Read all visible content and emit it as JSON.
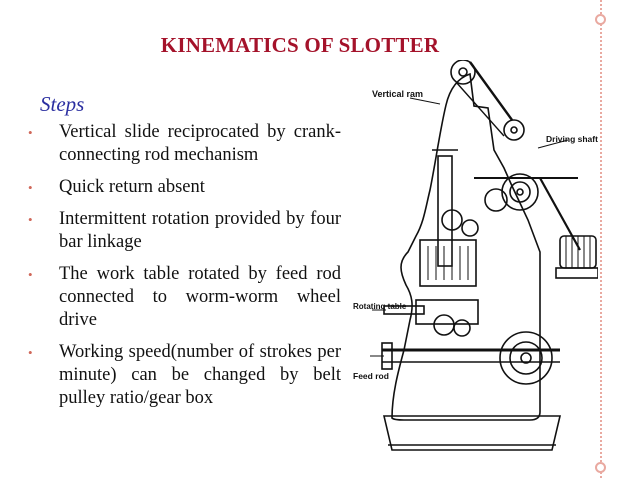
{
  "slide": {
    "title": "KINEMATICS OF SLOTTER",
    "subtitle": "Steps",
    "bullets": [
      "Vertical slide reciprocated by crank-connecting rod mechanism",
      "Quick return absent",
      "Intermittent rotation provided by four bar linkage",
      "The work table rotated by feed rod connected to worm-worm wheel drive",
      "Working speed(number of strokes per minute) can be changed by belt pulley ratio/gear box"
    ],
    "bullet_glyph": "•"
  },
  "figure": {
    "labels": {
      "vertical_ram": "Vertical ram",
      "driving_shaft": "Driving shaft",
      "rotating_table": "Rotating table",
      "feed_rod": "Feed rod"
    }
  },
  "colors": {
    "title": "#a4122a",
    "subtitle": "#2a2ea0",
    "accent": "#e9a9a0"
  }
}
